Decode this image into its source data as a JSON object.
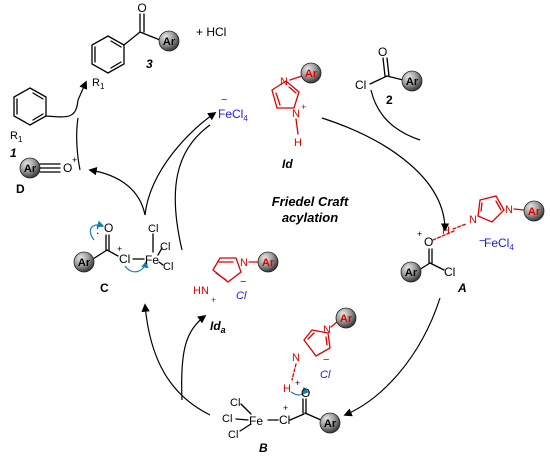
{
  "title": "Friedel Craft",
  "subtitle": "acylation",
  "colors": {
    "red": "#e00000",
    "blue": "#1a1ae6",
    "black": "#000000",
    "ball_dark": "#4a4a4a",
    "ball_light": "#d8d8d8"
  },
  "labels": {
    "ar": "Ar",
    "o": "O",
    "cl": "Cl",
    "fe": "Fe",
    "h": "H",
    "n": "N",
    "r1": "R",
    "sub1": "1",
    "sub4": "4",
    "sub_a": "a",
    "plus": "+",
    "minus": "−",
    "plus_hcl": "+ HCl",
    "fecl": "FeCl",
    "lone_pair": ":"
  },
  "compounds": {
    "c1": "1",
    "c2": "2",
    "c3": "3",
    "id": "Id",
    "ida": "Id",
    "a": "A",
    "b": "B",
    "c": "C",
    "d": "D"
  }
}
